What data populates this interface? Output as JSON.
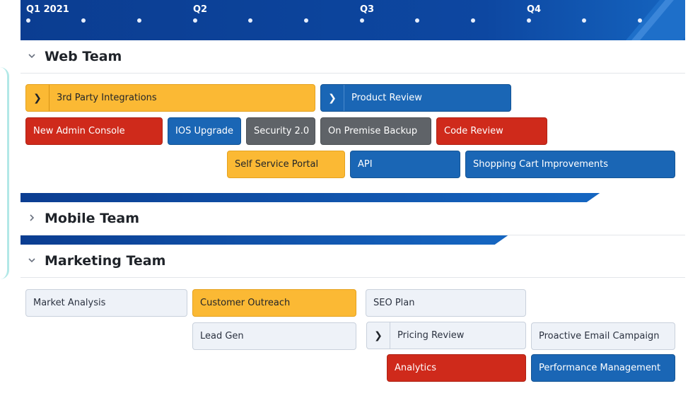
{
  "timeline": {
    "quarters": [
      "Q1 2021",
      "Q2",
      "Q3",
      "Q4"
    ]
  },
  "sections": {
    "web": {
      "title": "Web Team",
      "expanded": true,
      "items": {
        "third_party": "3rd Party Integrations",
        "product_review": "Product Review",
        "new_admin": "New Admin Console",
        "ios_upgrade": "IOS Upgrade",
        "security": "Security 2.0",
        "on_premise": "On Premise Backup",
        "code_review": "Code Review",
        "self_service": "Self Service Portal",
        "api": "API",
        "shopping_cart": "Shopping Cart Improvements"
      }
    },
    "mobile": {
      "title": "Mobile Team",
      "expanded": false
    },
    "marketing": {
      "title": "Marketing Team",
      "expanded": true,
      "items": {
        "market_analysis": "Market Analysis",
        "customer_outreach": "Customer Outreach",
        "seo_plan": "SEO Plan",
        "lead_gen": "Lead Gen",
        "pricing_review": "Pricing Review",
        "proactive_email": "Proactive Email Campaign",
        "analytics": "Analytics",
        "performance_mgmt": "Performance Management"
      }
    }
  },
  "colors": {
    "yellow": "#fbb934",
    "blue": "#1a66b5",
    "red": "#cf2a1b",
    "gray": "#5f6368",
    "light": "#eef2f8",
    "header_navy": "#0d47a1"
  },
  "icons": {
    "expanded": "chevron-down-icon",
    "collapsed": "chevron-right-icon"
  }
}
